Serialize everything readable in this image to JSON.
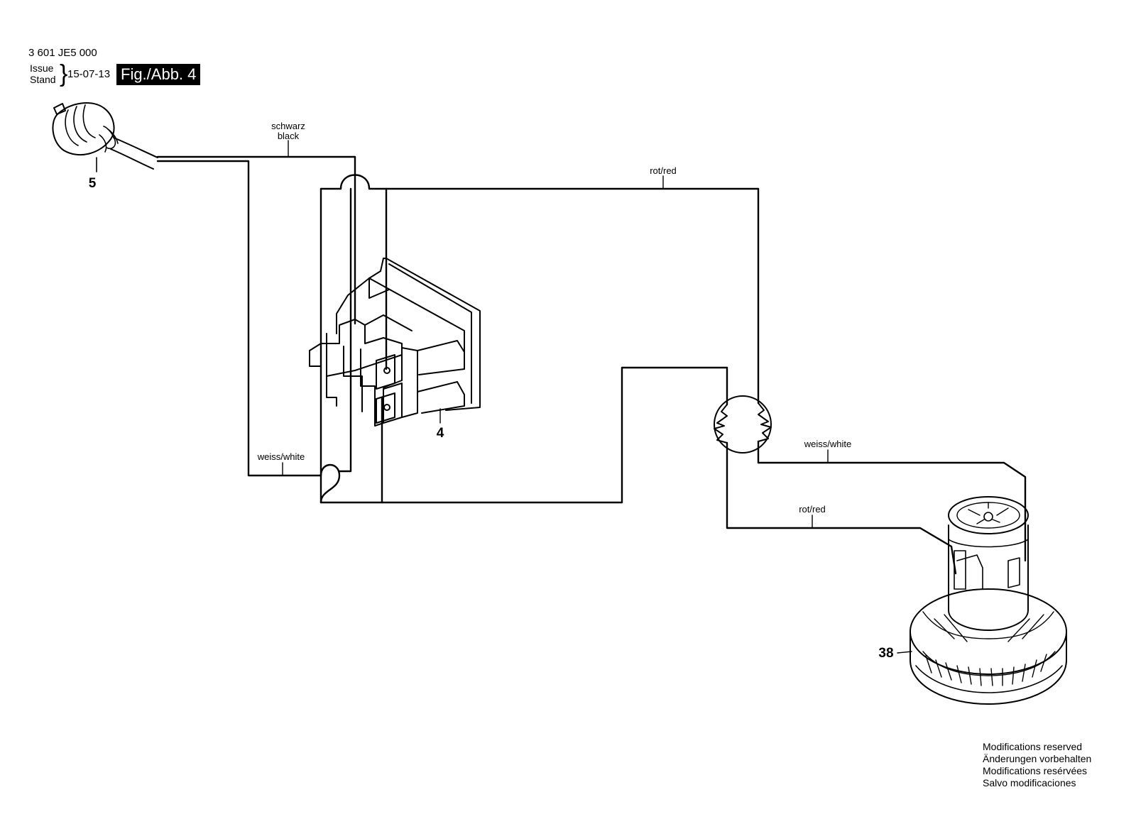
{
  "header": {
    "part_number": "3 601 JE5 000",
    "issue_line1": "Issue",
    "issue_line2": "Stand",
    "issue_date": "15-07-13",
    "figure_label": "Fig./Abb. 4"
  },
  "wires": {
    "black_de": "schwarz",
    "black_en": "black",
    "red_top": "rot/red",
    "white_left": "weiss/white",
    "white_right": "weiss/white",
    "red_bottom": "rot/red"
  },
  "parts": {
    "plug": "5",
    "switch": "4",
    "motor": "38"
  },
  "footer": {
    "line1": "Modifications reserved",
    "line2": "Änderungen vorbehalten",
    "line3": "Modifications resérvées",
    "line4": "Salvo modificaciones"
  }
}
